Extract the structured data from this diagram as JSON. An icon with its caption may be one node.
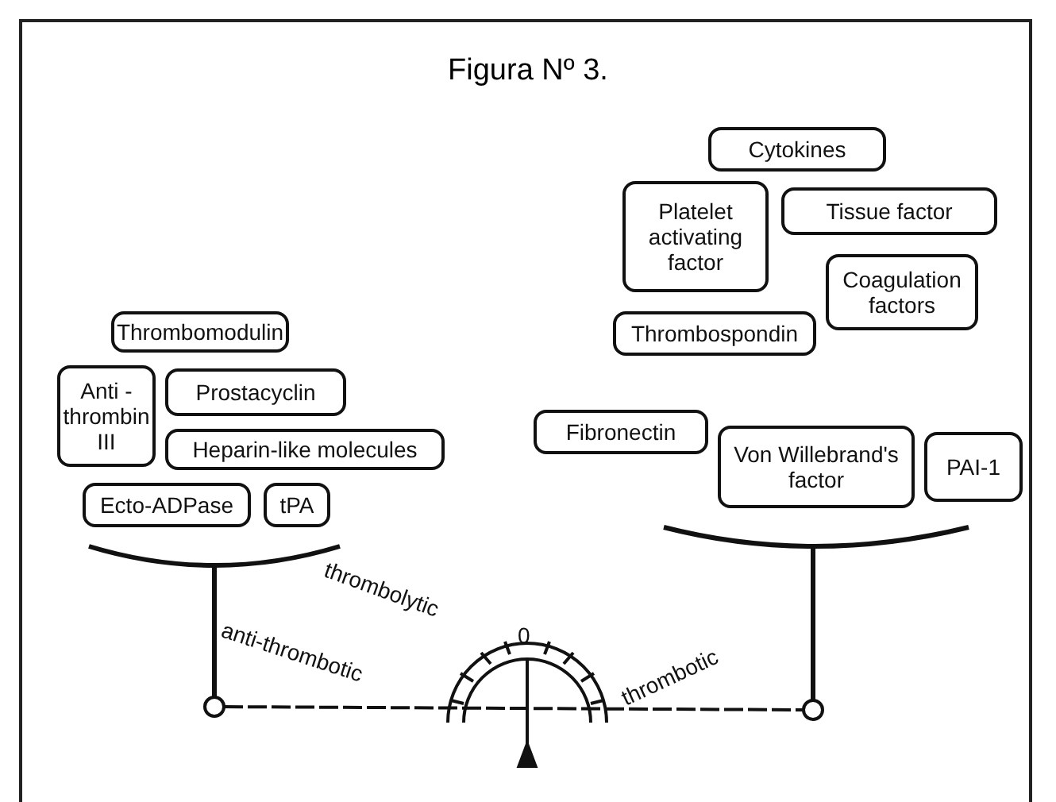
{
  "diagram": {
    "title": "Figura Nº 3.",
    "nodes": [
      {
        "text": [
          "Thrombomodulin"
        ]
      },
      {
        "text": [
          "Anti - thrombin III"
        ]
      },
      {
        "text": [
          "Prostacyclin"
        ]
      },
      {
        "text": [
          "Heparin-like molecules"
        ]
      },
      {
        "text": [
          "Ecto-ADPase"
        ]
      },
      {
        "text": [
          "tPA"
        ]
      },
      {
        "text": [
          "Cytokines"
        ]
      },
      {
        "text": [
          "Platelet activating factor"
        ]
      },
      {
        "text": [
          "Tissue factor"
        ]
      },
      {
        "text": [
          "Thrombospondin"
        ]
      },
      {
        "text": [
          "Coagulation factors"
        ]
      },
      {
        "text": [
          "Fibronectin"
        ]
      },
      {
        "text": [
          "Von Willebrand's factor"
        ]
      },
      {
        "text": [
          "PAI-1"
        ]
      }
    ],
    "labels": [
      "thrombolytic",
      "anti-thrombotic",
      "0",
      "thrombotic"
    ]
  }
}
